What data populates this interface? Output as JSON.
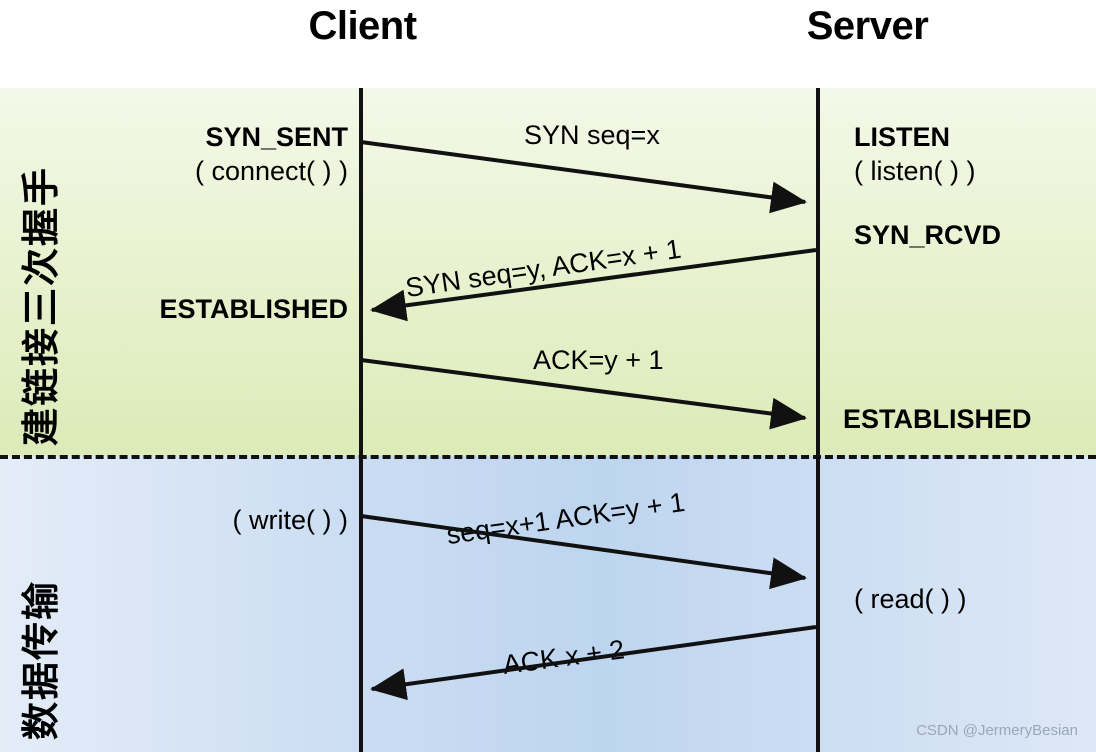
{
  "headers": {
    "client": "Client",
    "server": "Server"
  },
  "bands": {
    "handshake_label": "建链接三次握手",
    "data_label": "数据传输"
  },
  "client": {
    "syn_sent": "SYN_SENT",
    "connect_call": "( connect( ) )",
    "established": "ESTABLISHED",
    "write_call": "( write( ) )"
  },
  "server": {
    "listen": "LISTEN",
    "listen_call": "( listen( ) )",
    "syn_rcvd": "SYN_RCVD",
    "established": "ESTABLISHED",
    "read_call": "( read( ) )"
  },
  "messages": {
    "m1": "SYN seq=x",
    "m2": "SYN seq=y, ACK=x + 1",
    "m3": "ACK=y + 1",
    "m4": "seq=x+1 ACK=y + 1",
    "m5": "ACK x + 2"
  },
  "watermark": "CSDN @JermeryBesian",
  "colors": {
    "handshake_band_top": "#f4f8e9",
    "handshake_band_bottom": "#dcebb8",
    "data_band_edge": "#e4ecf8",
    "data_band_center": "#bed5ef",
    "line": "#111111",
    "watermark": "#9aa7b8"
  }
}
